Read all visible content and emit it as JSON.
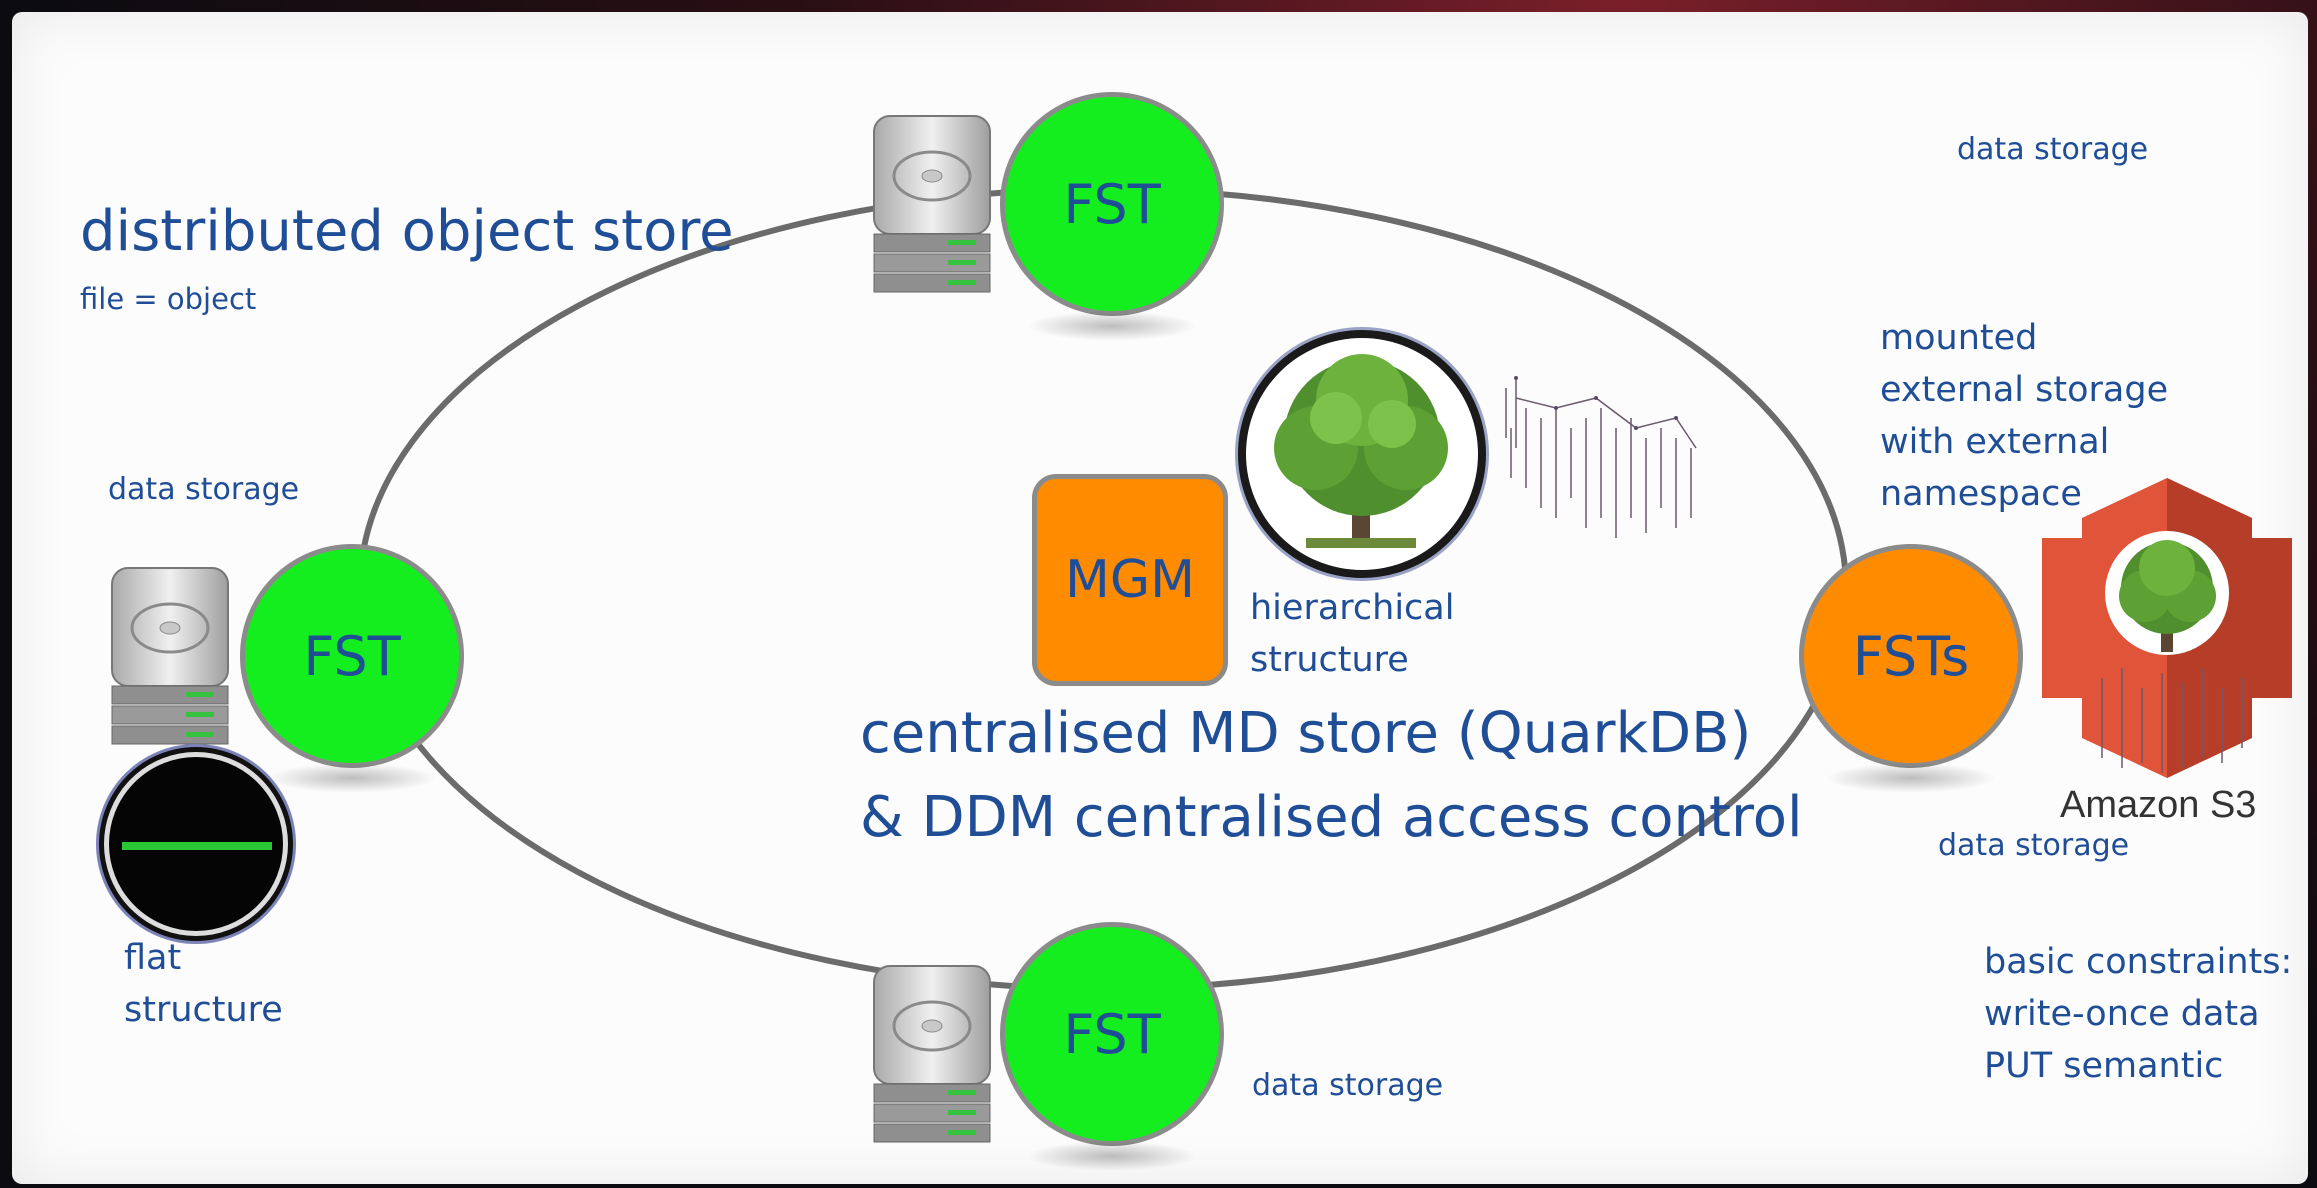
{
  "title": "distributed object store",
  "subtitle": "file = object",
  "nodes": {
    "fst_top": "FST",
    "fst_left": "FST",
    "fst_bottom": "FST",
    "fsts_right": "FSTs",
    "mgm": "MGM"
  },
  "labels": {
    "data_storage_top_right": "data storage",
    "data_storage_left": "data storage",
    "data_storage_right": "data storage",
    "data_storage_bottom": "data storage",
    "flat": "flat",
    "structure_flat": "structure",
    "hierarchical": "hierarchical",
    "structure_hier": "structure",
    "center_line1": "centralised MD store (QuarkDB)",
    "center_line2": "& DDM centralised access control",
    "external_1": "mounted",
    "external_2": "external storage",
    "external_3": "with external",
    "external_4": "namespace",
    "amazon": "Amazon S3",
    "constraints_1": "basic constraints:",
    "constraints_2": "write-once data",
    "constraints_3": "PUT semantic"
  },
  "colors": {
    "fst_green": "#14ee1e",
    "fsts_orange": "#ff8c00",
    "text_blue": "#1f4e97",
    "aws_red": "#e0553a"
  }
}
